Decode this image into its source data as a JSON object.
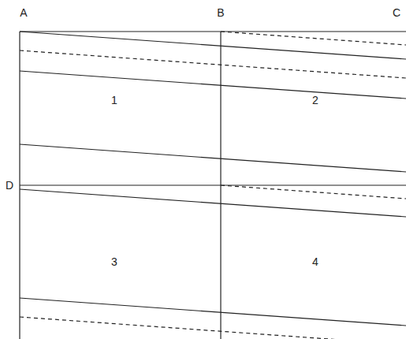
{
  "diagram": {
    "labels": [
      "A",
      "B",
      "C",
      "D",
      "1",
      "2",
      "3",
      "4"
    ]
  }
}
